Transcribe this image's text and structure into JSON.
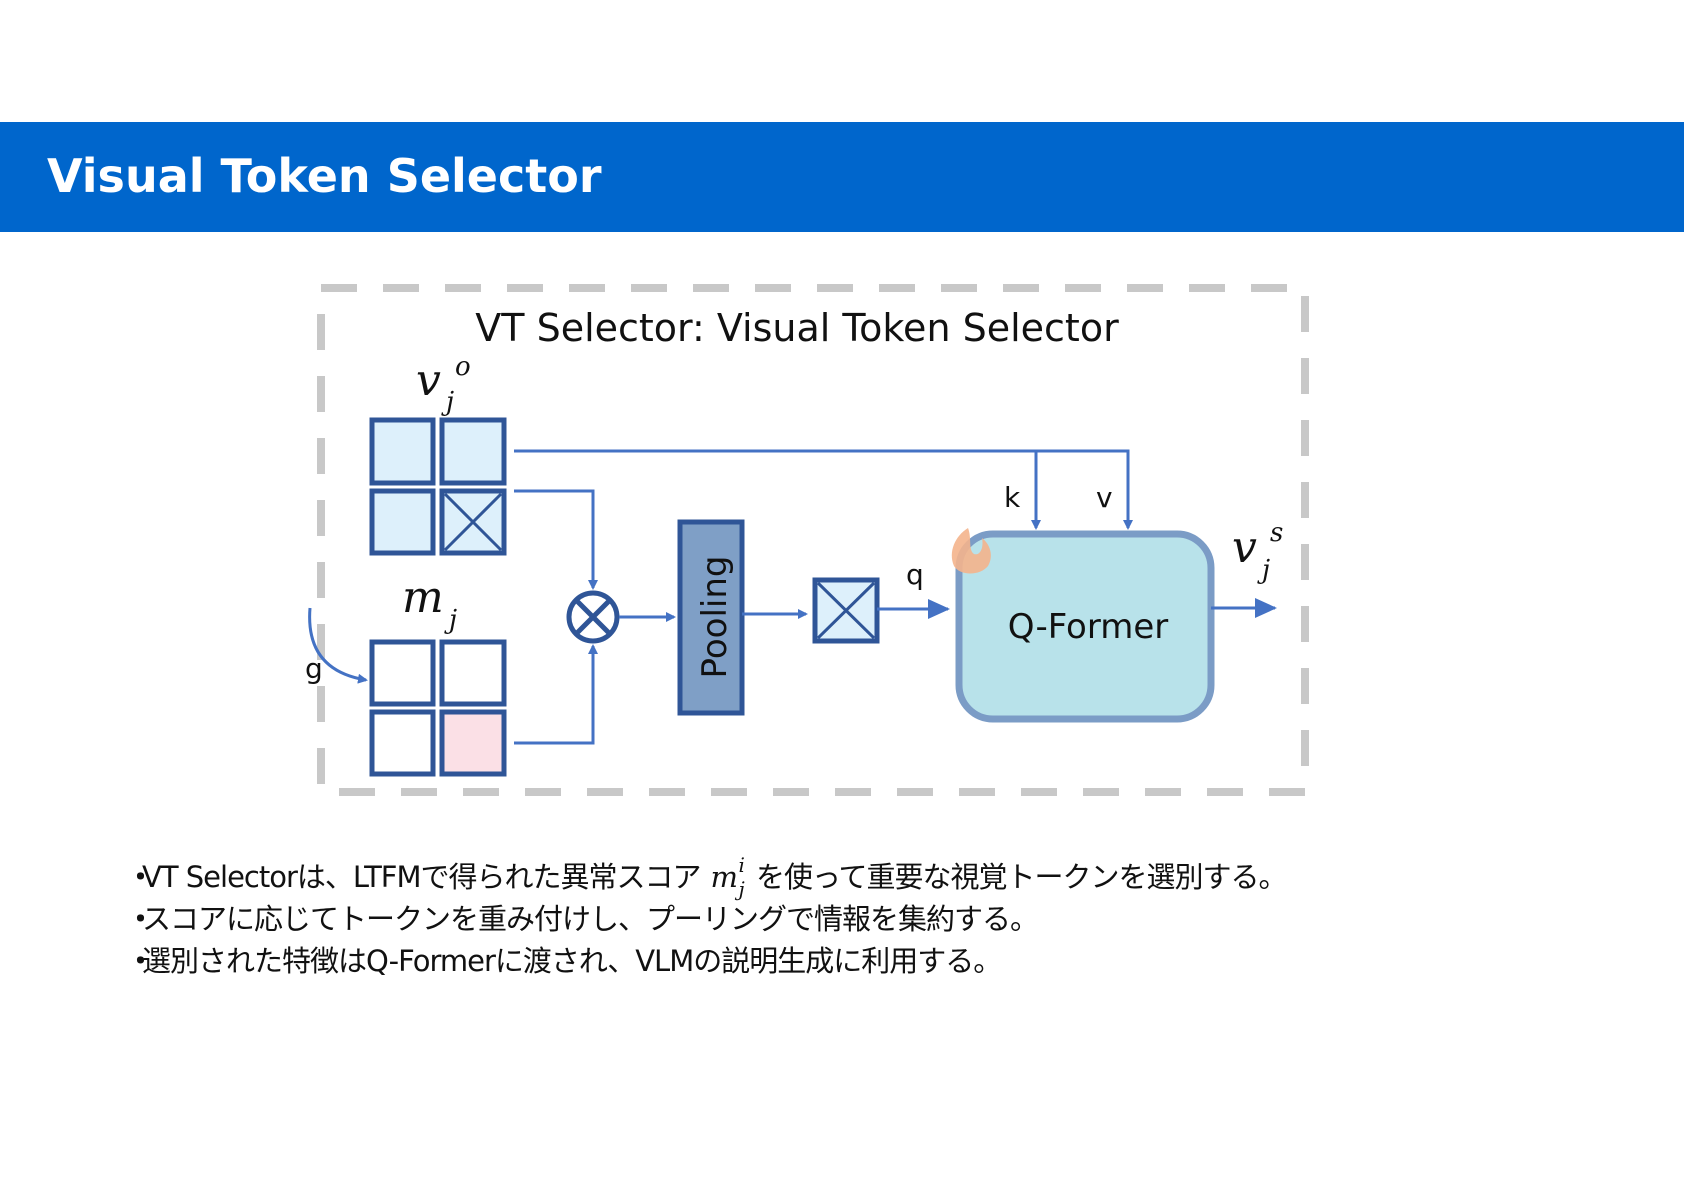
{
  "slide": {
    "title": "Visual Token Selector"
  },
  "diagram": {
    "heading": "VT Selector: Visual Token Selector",
    "vo_label": {
      "base": "v",
      "sub": "j",
      "sup": "o"
    },
    "m_label": {
      "base": "m",
      "sub": "j"
    },
    "vs_label": {
      "base": "v",
      "sub": "j",
      "sup": "s"
    },
    "g_label": "g",
    "pooling_label": "Pooling",
    "q_label": "q",
    "k_label": "k",
    "v_label": "v",
    "qformer_label": "Q-Former"
  },
  "bullets": {
    "dot": "・",
    "b1_before": "VT Selectorは、LTFMで得られた異常スコア",
    "b1_math_base": "m",
    "b1_math_sup": "i",
    "b1_math_sub": "j",
    "b1_after": "を使って重要な視覚トークンを選別する。",
    "b2": "スコアに応じてトークンを重み付けし、プーリングで情報を集約する。",
    "b3": "選別された特徴はQ-Formerに渡され、VLMの説明生成に利用する。"
  },
  "colors": {
    "title_bar": "#0066cc",
    "arrow": "#4472c4",
    "grid_border": "#2f5597",
    "grid_fill": "#ddf0fb",
    "anomaly_fill": "#fbe0e6",
    "pooling_fill": "#7f9fc6",
    "qformer_fill": "#b8e2ea",
    "qformer_border": "#7b9cc6",
    "dashed_border": "#c8c8c8",
    "flame": "#f4b48c"
  },
  "icons": {
    "multiply": "circled-times-icon",
    "flame": "flame-icon"
  }
}
